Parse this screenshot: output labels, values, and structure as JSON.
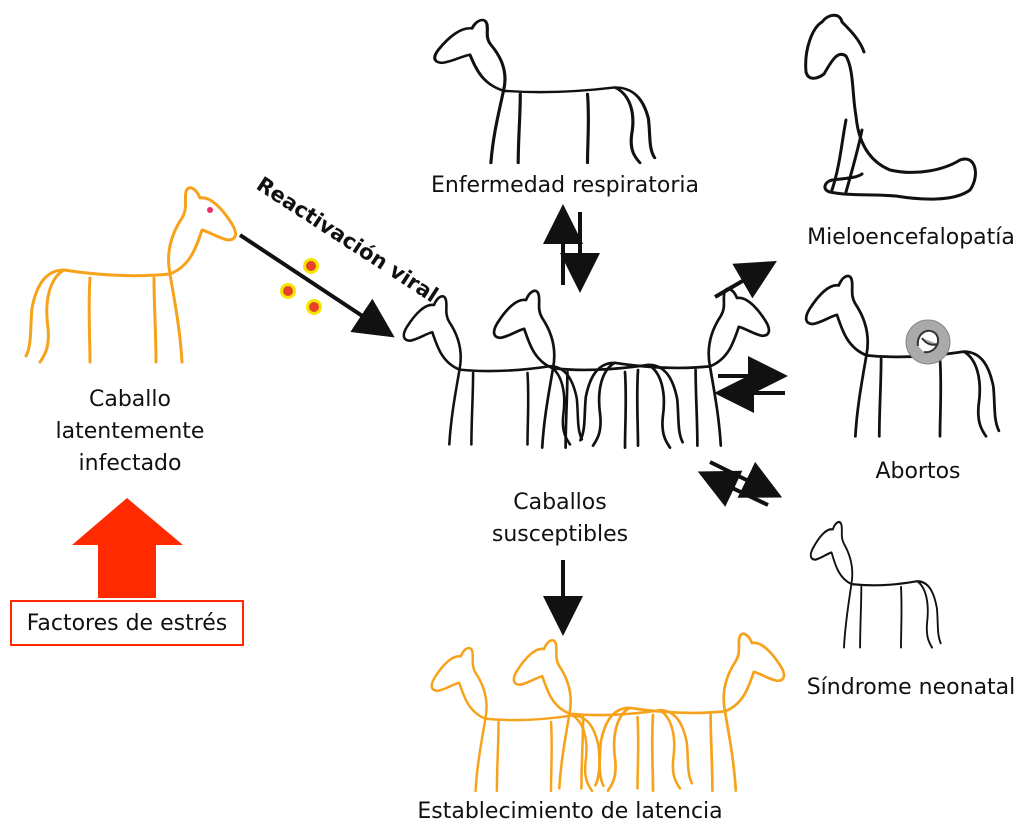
{
  "labels": {
    "latent_horse": [
      "Caballo",
      "latentemente",
      "infectado"
    ],
    "stress_factors": "Factores de estrés",
    "viral_reactivation": "Reactivación viral",
    "susceptible_horses": [
      "Caballos",
      "susceptibles"
    ],
    "respiratory": "Enfermedad respiratoria",
    "myeloencephalopathy": "Mieloencefalopatía",
    "abortion": "Abortos",
    "neonatal": "Síndrome neonatal",
    "latency": "Establecimiento de latencia"
  },
  "colors": {
    "latent": "#f7a21b",
    "stress_arrow": "#ff2a00",
    "ink": "#111111",
    "virus_outer": "#f3e600",
    "virus_inner": "#e8432a"
  },
  "icons": {
    "infected_horse": "horse-icon",
    "herd": "horse-herd-icon",
    "virus": "virus-particle-icon",
    "fetus": "fetus-icon"
  }
}
